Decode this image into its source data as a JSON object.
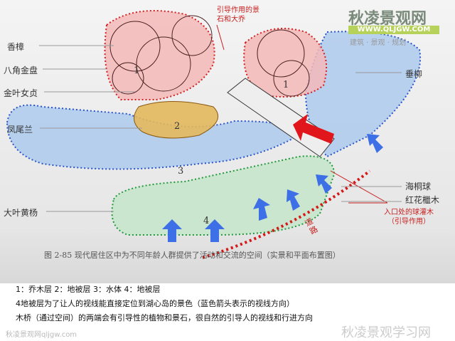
{
  "plant_labels_left": [
    "香樟",
    "八角金盘",
    "金叶女贞",
    "凤尾兰",
    "大叶黄杨"
  ],
  "plant_labels_right": [
    "垂柳",
    "海桐球",
    "红花檵木"
  ],
  "zone_numbers": [
    "1",
    "1",
    "2",
    "3",
    "4"
  ],
  "annotation_top": "引导作用的景\n石和大乔",
  "annotation_entrance": "入口处的球灌木\n（引导作用）",
  "road_label": "道路",
  "figure_caption": "图 2-85   现代居住区中为不同年龄人群提供了活动和交流的空间（实景和平面布置图）",
  "notes": [
    "1：乔木层  2：地被层  3：水体  4：地被层",
    "4地被层为了让人的视线能直接定位到湖心岛的景色（蓝色箭头表示的视线方向）",
    "木桥（通过空间）的两端会有引导性的植物和景石，很自然的引导人的视线和行进方向"
  ],
  "watermark": {
    "title": "秋凌景观网",
    "url": "WWW.QLJGW.COM",
    "tagline": "建筑 · 景观 · 规划",
    "bottom_right": "秋凌景观学习网",
    "bottom_left": "秋凌景观网qljgw.com"
  },
  "colors": {
    "tree_zone": "#f4b8b8",
    "ground_zone": "#e3b85c",
    "water_zone": "#a9c8ee",
    "ground4_zone": "#c8e6cc",
    "arrow_blue": "#3d6fe6",
    "arrow_red": "#e0161c"
  }
}
